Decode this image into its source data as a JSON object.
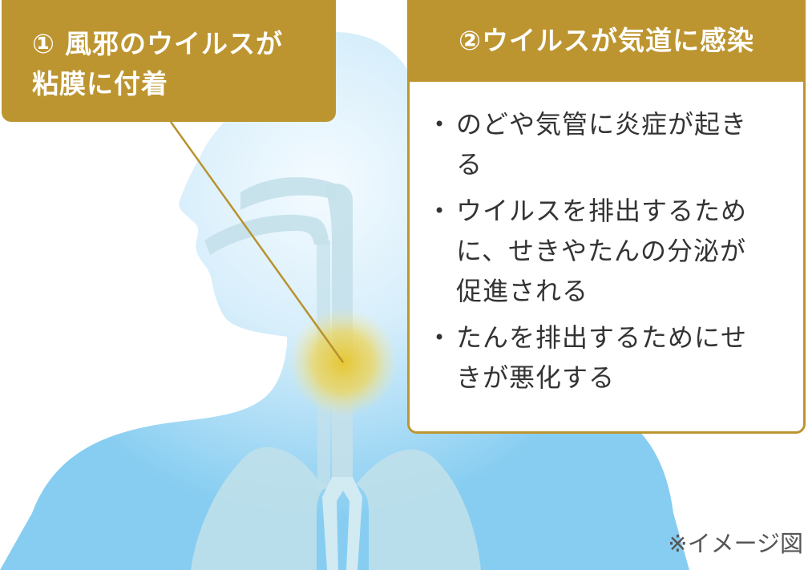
{
  "colors": {
    "accent": "#bd9530",
    "body_light": "#e8f5fd",
    "body_blue": "#7ccaf0",
    "airway": "#c4e0ea",
    "infection_glow": "#e6c93a"
  },
  "label1": {
    "number": "①",
    "line1": "風邪のウイルスが",
    "line2": "粘膜に付着"
  },
  "label2": {
    "title": "②ウイルスが気道に感染",
    "bullet_char": "•",
    "items": [
      {
        "line1": "のどや気管に炎症が起き",
        "line2": "る",
        "line3": ""
      },
      {
        "line1": "ウイルスを排出するため",
        "line2": "に、せきやたんの分泌が",
        "line3": "促進される"
      },
      {
        "line1": "たんを排出するためにせ",
        "line2": "きが悪化する",
        "line3": ""
      }
    ]
  },
  "note": "※イメージ図"
}
